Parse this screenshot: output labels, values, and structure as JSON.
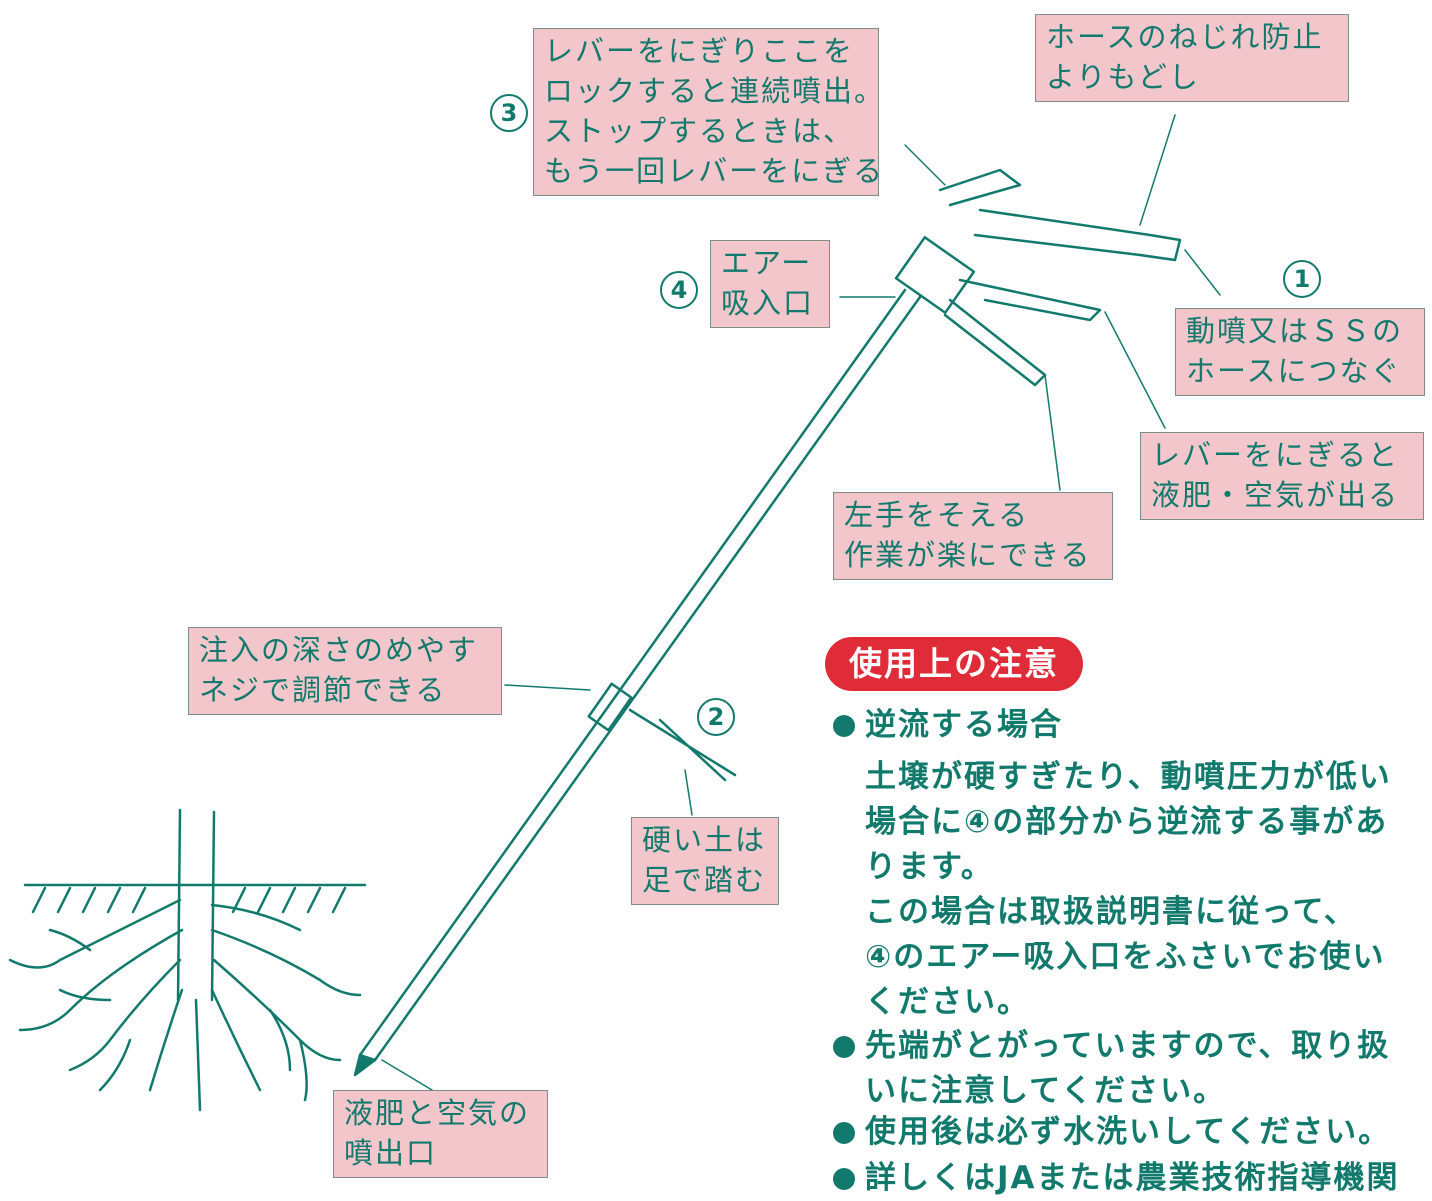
{
  "labels": {
    "lever_lock": [
      "レバーをにぎりここを",
      "ロックすると連続噴出。",
      "ストップするときは、",
      "もう一回レバーをにぎる"
    ],
    "hose_twist": [
      "ホースのねじれ防止",
      "よりもどし"
    ],
    "air_intake": [
      "エアー",
      "吸入口"
    ],
    "connect_hose": [
      "動噴又はＳＳの",
      "ホースにつなぐ"
    ],
    "lever_output": [
      "レバーをにぎると",
      "液肥・空気が出る"
    ],
    "left_hand": [
      "左手をそえる",
      "作業が楽にできる"
    ],
    "depth_guide": [
      "注入の深さのめやす",
      "ネジで調節できる"
    ],
    "hard_soil": [
      "硬い土は",
      "足で踏む"
    ],
    "nozzle": [
      "液肥と空気の",
      "噴出口"
    ]
  },
  "markers": {
    "m1": "1",
    "m2": "2",
    "m3": "3",
    "m4": "4"
  },
  "caution": {
    "title": "使用上の注意",
    "items": [
      {
        "heading": "逆流する場合",
        "lines": [
          "土壌が硬すぎたり、動噴圧力が低い",
          "場合に④の部分から逆流する事があ",
          "ります。"
        ],
        "lines2": [
          "この場合は取扱説明書に従って、",
          "④のエアー吸入口をふさいでお使い",
          "ください。"
        ]
      },
      {
        "lines": [
          "先端がとがっていますので、取り扱",
          "いに注意してください。"
        ]
      },
      {
        "lines": [
          "使用後は必ず水洗いしてください。"
        ]
      },
      {
        "lines": [
          "詳しくはJAまたは農業技術指導機関"
        ]
      }
    ]
  },
  "colors": {
    "line": "#127a6c",
    "label_bg": "#f3c6cc",
    "badge": "#e02b39"
  }
}
